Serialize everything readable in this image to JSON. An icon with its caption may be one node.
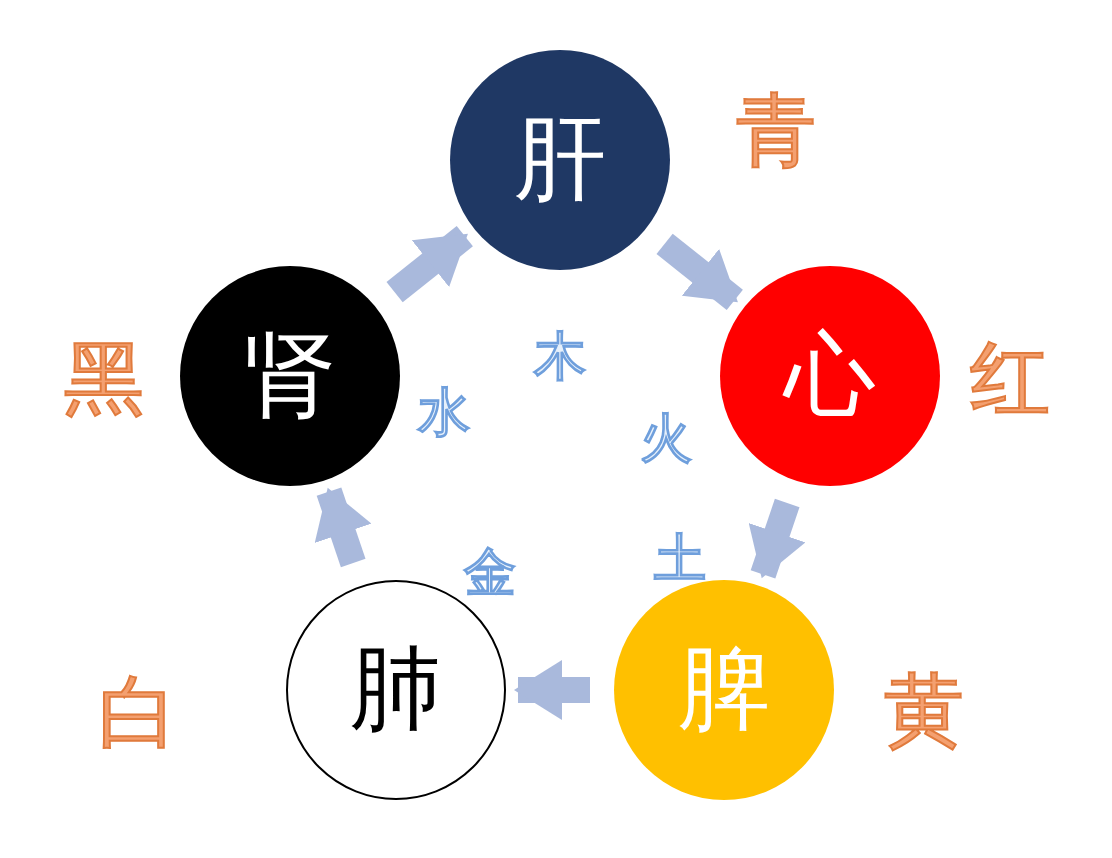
{
  "diagram": {
    "nodes": [
      {
        "text": [
          "肝"
        ],
        "beside": [
          "青"
        ]
      },
      {
        "text": [
          "心"
        ],
        "beside": [
          "红"
        ]
      },
      {
        "text": [
          "脾"
        ],
        "beside": [
          "黄"
        ]
      },
      {
        "text": [
          "肺"
        ],
        "beside": [
          "白"
        ]
      },
      {
        "text": [
          "肾"
        ],
        "beside": [
          "黑"
        ]
      }
    ],
    "edges": [
      {
        "from": 0,
        "to": 1,
        "arrow": "to"
      },
      {
        "from": 1,
        "to": 2,
        "arrow": "to"
      },
      {
        "from": 2,
        "to": 3,
        "arrow": "to"
      },
      {
        "from": 3,
        "to": 4,
        "arrow": "to"
      },
      {
        "from": 4,
        "to": 0,
        "arrow": "to"
      }
    ],
    "labels": [
      "木",
      "水",
      "火",
      "金",
      "土"
    ]
  }
}
